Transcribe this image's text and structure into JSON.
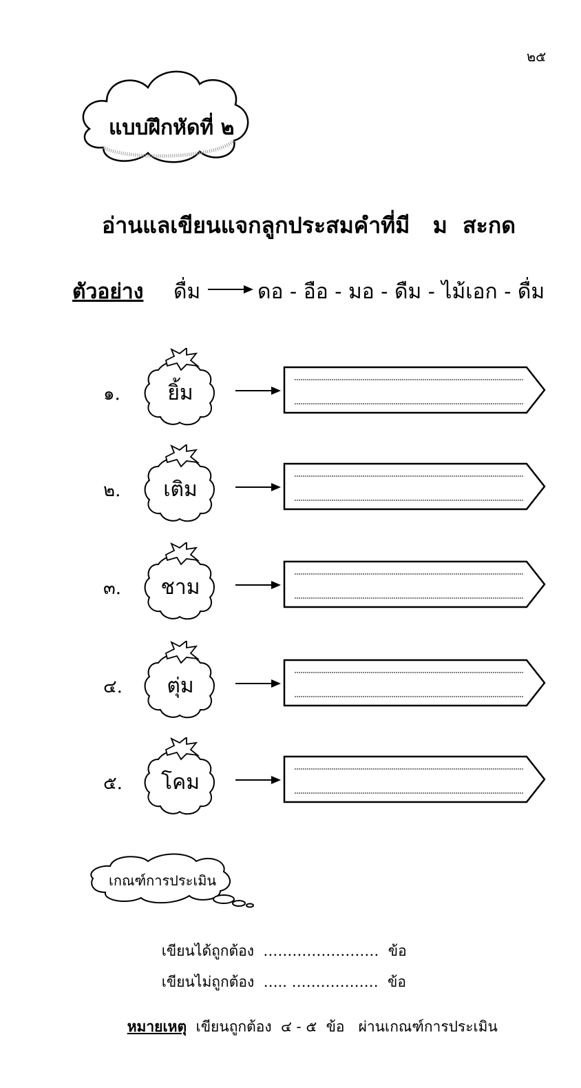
{
  "page_number": "๒๕",
  "exercise_title": "แบบฝึกหัดที่  ๒",
  "instruction": "อ่านแลเขียนแจกลูกประสมคำที่มี   ม  สะกด",
  "example": {
    "label": "ตัวอย่าง",
    "word": "ดื่ม",
    "spelling": "ดอ - อือ - มอ - ดืม - ไม้เอก - ดื่ม"
  },
  "items": [
    {
      "number": "๑.",
      "word": "ยิ้ม"
    },
    {
      "number": "๒.",
      "word": "เติม"
    },
    {
      "number": "๓.",
      "word": "ชาม"
    },
    {
      "number": "๔.",
      "word": "ตุ่ม"
    },
    {
      "number": "๕.",
      "word": "โคม"
    }
  ],
  "criteria": {
    "title": "เกณฑ์การประเมิน",
    "correct_label": "เขียนได้ถูกต้อง",
    "correct_blank": "……………………",
    "incorrect_label": "เขียนไม่ถูกต้อง",
    "incorrect_blank": "….. ………………",
    "unit": "ข้อ"
  },
  "note": {
    "label": "หมายเหตุ",
    "text": "เขียนถูกต้อง  ๔ - ๕  ข้อ   ผ่านเกณฑ์การประเมิน"
  }
}
